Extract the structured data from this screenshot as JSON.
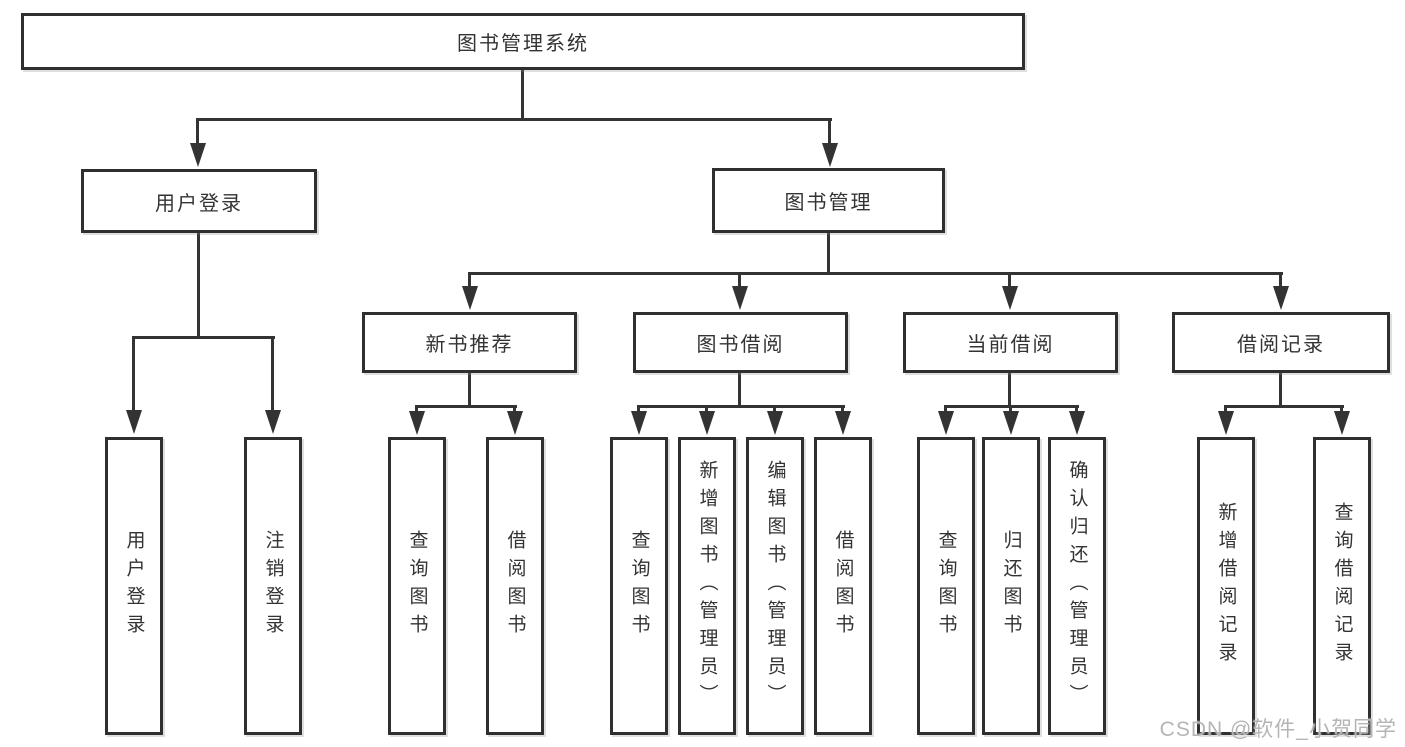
{
  "diagram_title": "图书管理系统",
  "watermark": "CSDN @软件_小贺同学",
  "colors": {
    "background": "#ffffff",
    "line": "#333333",
    "box_border": "#2f2f2f",
    "text": "#333333",
    "watermark": "#b5b5b5"
  },
  "nodes": {
    "root": {
      "label": "图书管理系统"
    },
    "user_login": {
      "label": "用户登录"
    },
    "book_mgmt": {
      "label": "图书管理"
    },
    "new_book": {
      "label": "新书推荐"
    },
    "book_borrow": {
      "label": "图书借阅"
    },
    "current_borrow": {
      "label": "当前借阅"
    },
    "borrow_history": {
      "label": "借阅记录"
    },
    "leaf_user_login": {
      "label": "用户登录"
    },
    "leaf_logout": {
      "label": "注销登录"
    },
    "new_book_query": {
      "label": "查询图书"
    },
    "new_book_borrow": {
      "label": "借阅图书"
    },
    "borrow_query": {
      "label": "查询图书"
    },
    "borrow_add": {
      "label": "新增图书（管理员）"
    },
    "borrow_edit": {
      "label": "编辑图书（管理员）"
    },
    "borrow_do": {
      "label": "借阅图书"
    },
    "current_query": {
      "label": "查询图书"
    },
    "current_return": {
      "label": "归还图书"
    },
    "current_confirm": {
      "label": "确认归还（管理员）"
    },
    "history_add": {
      "label": "新增借阅记录"
    },
    "history_query": {
      "label": "查询借阅记录"
    }
  },
  "hierarchy": {
    "图书管理系统": {
      "用户登录": [
        "用户登录",
        "注销登录"
      ],
      "图书管理": {
        "新书推荐": [
          "查询图书",
          "借阅图书"
        ],
        "图书借阅": [
          "查询图书",
          "新增图书（管理员）",
          "编辑图书（管理员）",
          "借阅图书"
        ],
        "当前借阅": [
          "查询图书",
          "归还图书",
          "确认归还（管理员）"
        ],
        "借阅记录": [
          "新增借阅记录",
          "查询借阅记录"
        ]
      }
    }
  }
}
